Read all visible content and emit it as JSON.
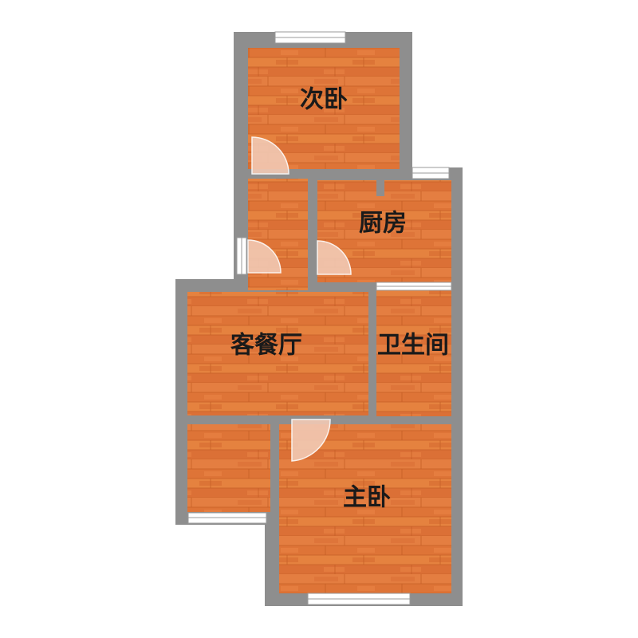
{
  "rooms": {
    "secondary_bedroom": "次卧",
    "kitchen": "厨房",
    "living_dining": "客餐厅",
    "bathroom": "卫生间",
    "master_bedroom": "主卧"
  },
  "colors": {
    "wall": "#8e8e8e",
    "floor": "#e2793d",
    "floor_dark": "#c85f24",
    "window": "#ffffff",
    "door": "#f2c9b4"
  }
}
